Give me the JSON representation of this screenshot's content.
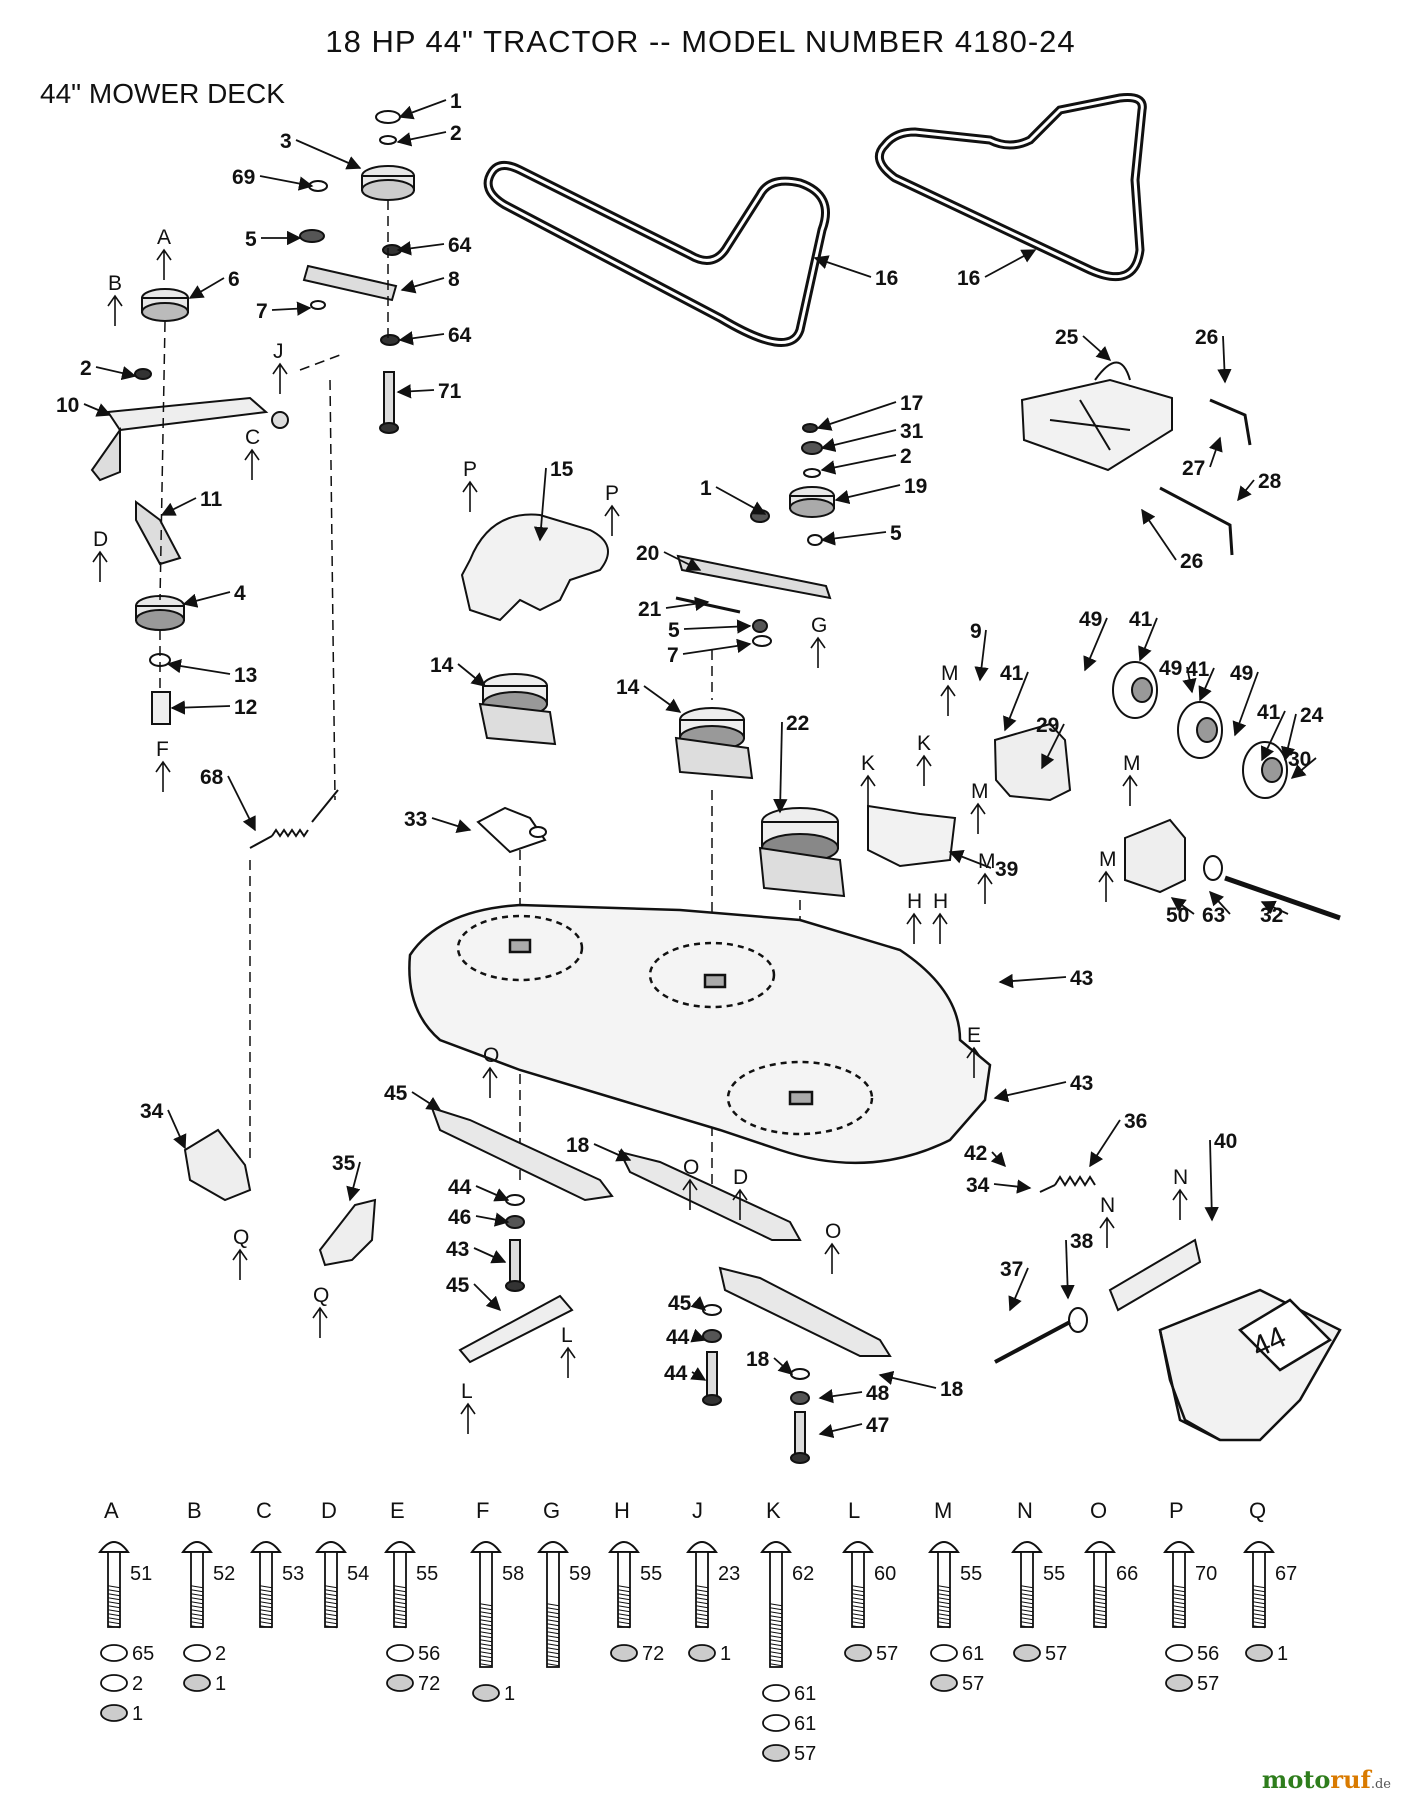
{
  "header": {
    "title": "18 HP 44\" TRACTOR -- MODEL NUMBER 4180-24",
    "subtitle": "44\" MOWER DECK"
  },
  "callouts": [
    "1",
    "2",
    "3",
    "69",
    "5",
    "64",
    "6",
    "8",
    "7",
    "64",
    "2",
    "71",
    "10",
    "11",
    "4",
    "13",
    "12",
    "68",
    "16",
    "16",
    "25",
    "26",
    "27",
    "28",
    "26",
    "17",
    "31",
    "2",
    "1",
    "19",
    "5",
    "15",
    "20",
    "21",
    "5",
    "7",
    "14",
    "14",
    "22",
    "9",
    "41",
    "49",
    "41",
    "49",
    "41",
    "49",
    "41",
    "24",
    "30",
    "29",
    "39",
    "50",
    "63",
    "32",
    "33",
    "43",
    "43",
    "45",
    "18",
    "44",
    "46",
    "43",
    "45",
    "18",
    "45",
    "44",
    "18",
    "44",
    "48",
    "47",
    "34",
    "35",
    "34",
    "36",
    "42",
    "40",
    "37",
    "38"
  ],
  "letters": [
    "A",
    "B",
    "D",
    "C",
    "J",
    "F",
    "P",
    "P",
    "G",
    "M",
    "M",
    "M",
    "M",
    "M",
    "K",
    "K",
    "H",
    "H",
    "E",
    "O",
    "O",
    "D",
    "O",
    "Q",
    "Q",
    "L",
    "L",
    "N",
    "N"
  ],
  "hardware_keys": [
    {
      "letter": "A",
      "parts": [
        "51",
        "65",
        "2",
        "1"
      ]
    },
    {
      "letter": "B",
      "parts": [
        "52",
        "2",
        "1"
      ]
    },
    {
      "letter": "C",
      "parts": [
        "53"
      ]
    },
    {
      "letter": "D",
      "parts": [
        "54"
      ]
    },
    {
      "letter": "E",
      "parts": [
        "55",
        "56",
        "72"
      ]
    },
    {
      "letter": "F",
      "parts": [
        "58",
        "1"
      ]
    },
    {
      "letter": "G",
      "parts": [
        "59"
      ]
    },
    {
      "letter": "H",
      "parts": [
        "55",
        "72"
      ]
    },
    {
      "letter": "J",
      "parts": [
        "23",
        "1"
      ]
    },
    {
      "letter": "K",
      "parts": [
        "62",
        "61",
        "61",
        "57"
      ]
    },
    {
      "letter": "L",
      "parts": [
        "60",
        "57"
      ]
    },
    {
      "letter": "M",
      "parts": [
        "55",
        "61",
        "57"
      ]
    },
    {
      "letter": "N",
      "parts": [
        "55",
        "57"
      ]
    },
    {
      "letter": "O",
      "parts": [
        "66"
      ]
    },
    {
      "letter": "P",
      "parts": [
        "70",
        "56",
        "57"
      ]
    },
    {
      "letter": "Q",
      "parts": [
        "67",
        "1"
      ]
    }
  ],
  "deck_badge": "44",
  "watermark": {
    "part1": "moto",
    "part2": "ruf",
    "part3": ".de"
  }
}
